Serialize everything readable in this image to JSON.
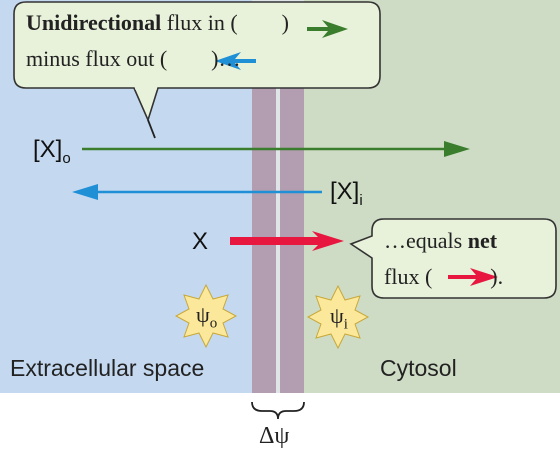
{
  "bubble_top": {
    "bold_word": "Unidirectional",
    "line1_rest": " flux in (",
    "line1_end": ")",
    "line2_start": "minus flux out (",
    "line2_end": ")…"
  },
  "bubble_net": {
    "line1_start": "…equals ",
    "bold_word": "net",
    "line2_start": "flux (",
    "line2_end": ")."
  },
  "concentrations": {
    "outside": {
      "base": "[X]",
      "sub": "o"
    },
    "inside": {
      "base": "[X]",
      "sub": "i"
    },
    "net_species": "X"
  },
  "potentials": {
    "outside": {
      "base": "ψ",
      "sub": "o"
    },
    "inside": {
      "base": "ψ",
      "sub": "i"
    },
    "difference": "Δψ"
  },
  "regions": {
    "extracellular": "Extracellular space",
    "cytosol": "Cytosol"
  },
  "colors": {
    "influx": "#3a7d2c",
    "efflux": "#1f8fd6",
    "net": "#e8173f",
    "extracellular": "#c4d9f0",
    "cytosol": "#cfdcc5",
    "membrane": "#b39db0",
    "bubble_fill": "#e8f1da",
    "starburst": "#fbe89a"
  }
}
